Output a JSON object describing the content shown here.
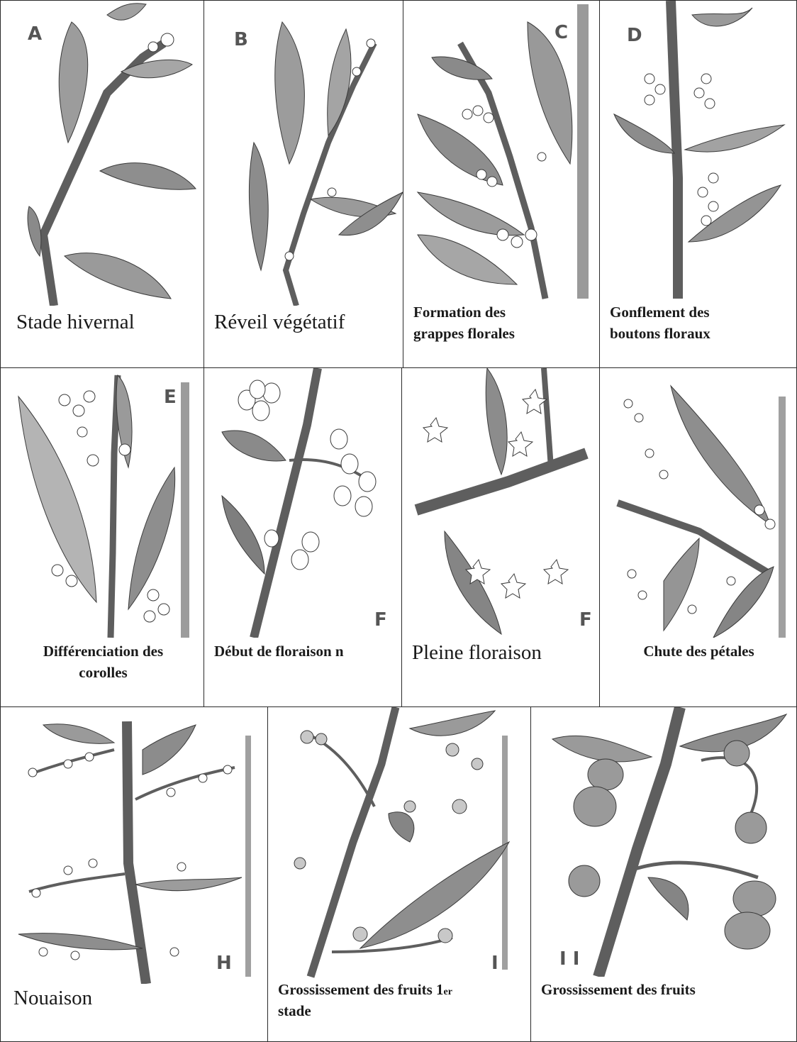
{
  "panels": [
    {
      "letter": "A",
      "caption": "Stade hivernal"
    },
    {
      "letter": "B",
      "caption": "Réveil végétatif"
    },
    {
      "letter": "C",
      "caption_lines": [
        "Formation des",
        "grappes florales"
      ]
    },
    {
      "letter": "D",
      "caption_lines": [
        "Gonflement des",
        "boutons floraux"
      ]
    },
    {
      "letter": "E",
      "caption_lines": [
        "Différenciation des",
        "corolles"
      ]
    },
    {
      "letter": "F",
      "caption": "Début de floraison n"
    },
    {
      "letter": "F",
      "caption": "Pleine floraison"
    },
    {
      "letter": "",
      "caption": "Chute des pétales"
    },
    {
      "letter": "H",
      "caption": "Nouaison"
    },
    {
      "letter": "I",
      "caption_line1": "Grossissement des fruits 1",
      "caption_sup": "er",
      "caption_line2": "stade"
    },
    {
      "letter": "I I",
      "caption": "Grossissement des fruits"
    }
  ],
  "colors": {
    "stem": "#6a6a6a",
    "leaf": "#9c9c9c",
    "leaf_dark": "#7e7e7e",
    "flower": "#ffffff",
    "outline": "#3a3a3a",
    "fruit": "#8a8a8a"
  }
}
